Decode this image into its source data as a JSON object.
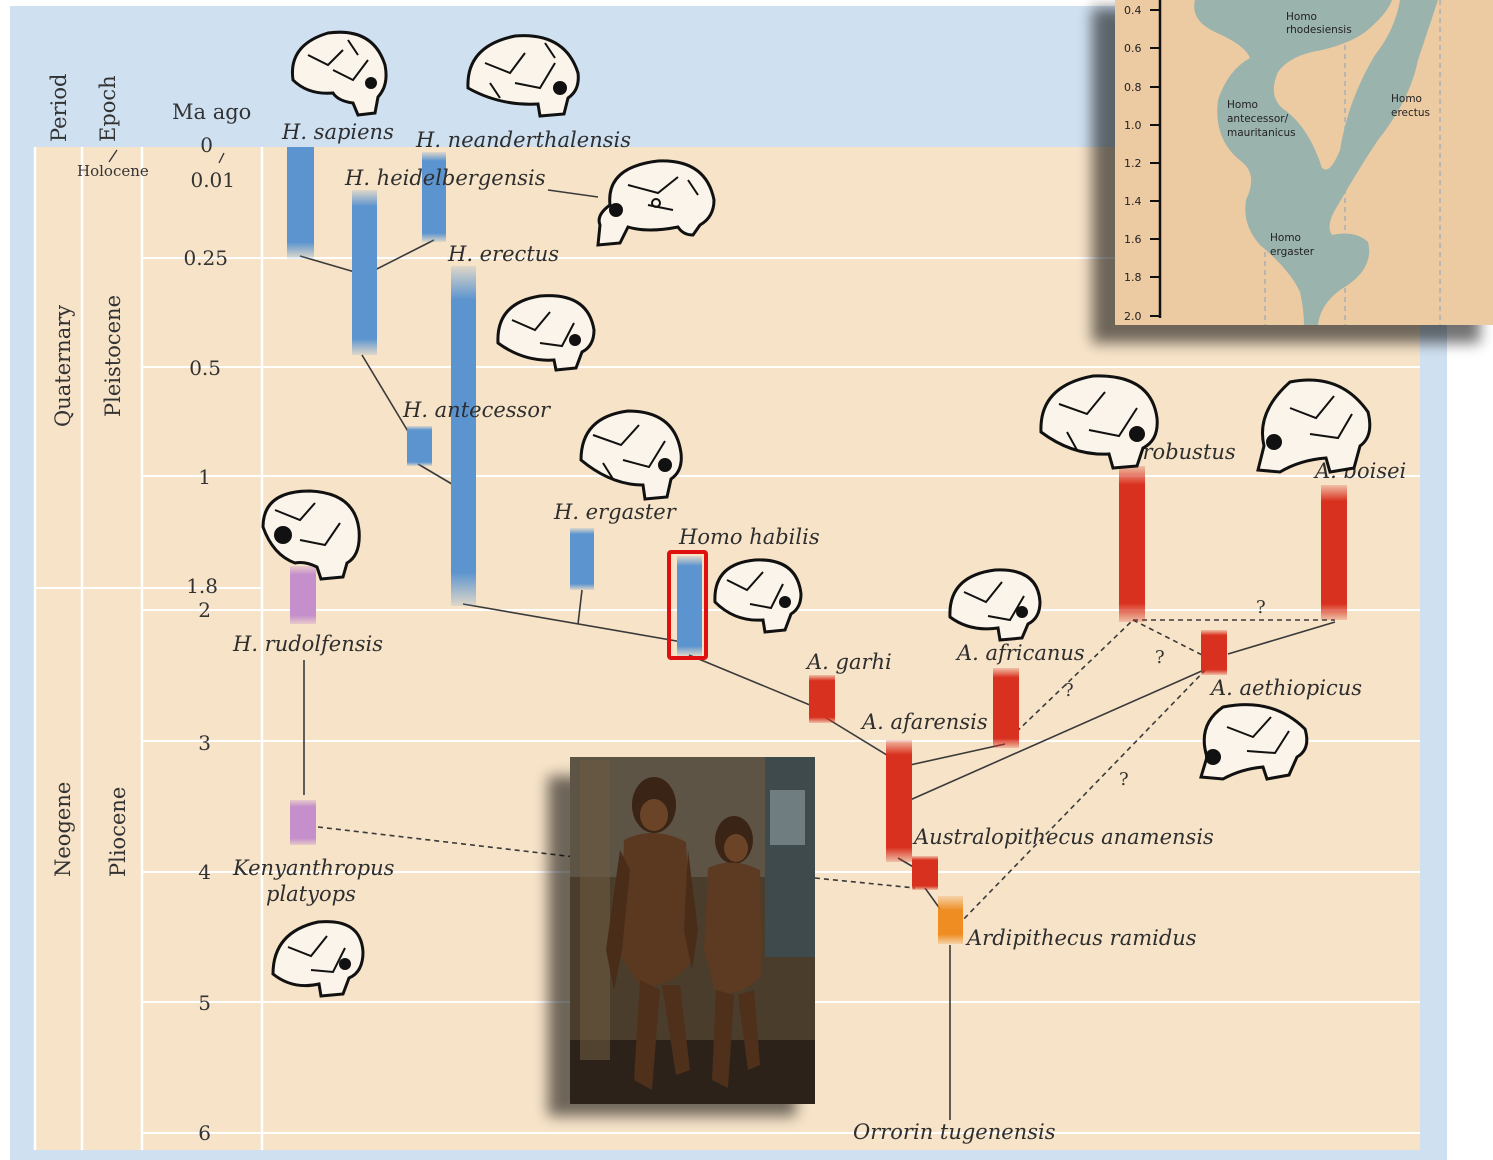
{
  "header": {
    "period": "Period",
    "epoch": "Epoch",
    "ma_ago": "Ma ago"
  },
  "periods": {
    "quaternary": "Quaternary",
    "neogene": "Neogene"
  },
  "epochs": {
    "holocene": "Holocene",
    "pleistocene": "Pleistocene",
    "pliocene": "Pliocene"
  },
  "time_ticks": [
    "0",
    "0.01",
    "0.25",
    "0.5",
    "1",
    "1.8",
    "2",
    "3",
    "4",
    "5",
    "6"
  ],
  "species": {
    "h_sapiens": "H. sapiens",
    "h_neanderthalensis": "H. neanderthalensis",
    "h_heidelbergensis": "H. heidelbergensis",
    "h_erectus": "H. erectus",
    "h_antecessor": "H. antecessor",
    "h_ergaster": "H. ergaster",
    "homo_habilis": "Homo habilis",
    "h_rudolfensis": "H. rudolfensis",
    "kenyanthropus_1": "Kenyanthropus",
    "kenyanthropus_2": "platyops",
    "a_garhi": "A. garhi",
    "a_africanus": "A. africanus",
    "a_afarensis": "A. afarensis",
    "a_robustus": "A. robustus",
    "a_boisei": "A. boisei",
    "a_aethiopicus": "A. aethiopicus",
    "au_anamensis": "Australopithecus anamensis",
    "ardipithecus": "Ardipithecus ramidus",
    "orrorin": "Orrorin tugenensis"
  },
  "question_marks": [
    "?",
    "?",
    "?",
    "?"
  ],
  "inset": {
    "ticks": [
      "0.4",
      "0.6",
      "0.8",
      "1.0",
      "1.2",
      "1.4",
      "1.6",
      "1.8",
      "2.0"
    ],
    "labels": {
      "rhodesiensis_1": "Homo",
      "rhodesiensis_2": "rhodesiensis",
      "antecessor_1": "Homo",
      "antecessor_2": "antecessor/",
      "antecessor_3": "mauritanicus",
      "erectus_1": "Homo",
      "erectus_2": "erectus",
      "ergaster_1": "Homo",
      "ergaster_2": "ergaster"
    }
  },
  "highlight": {
    "target": "Homo habilis",
    "color": "#e01010"
  },
  "colors": {
    "background_blue": "#cfe0f0",
    "chart_tan": "#f6e3c8",
    "homo_blue": "#5b94cf",
    "australopithecus_red": "#d9311f",
    "kenyanthropus_purple": "#c48fca",
    "ardipithecus_orange": "#ef8d22",
    "inset_tan": "#eccaa2",
    "inset_green": "#9bb3ad"
  }
}
